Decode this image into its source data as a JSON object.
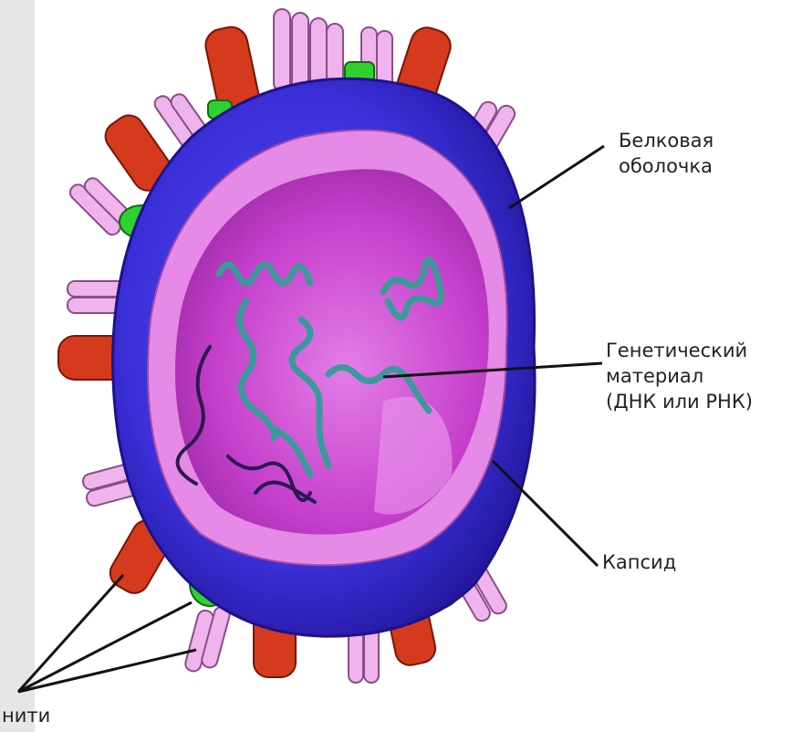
{
  "labels": {
    "protein_envelope": [
      "Белковая",
      "оболочка"
    ],
    "genetic_material": [
      "Генетический",
      "материал",
      "(ДНК или РНК)"
    ],
    "capsid": "Капсид",
    "threads": "нити"
  },
  "colors": {
    "envelope": "#3b2fd8",
    "envelope_dark": "#2a1fa8",
    "capsid_ring": "#e07ae0",
    "interior": "#c23ec6",
    "interior_light": "#e27ee6",
    "spike_red": "#d53a1c",
    "spike_dark_red": "#8b1e10",
    "spike_pink": "#f0b4ec",
    "spike_green": "#2fd12f",
    "dna": "#3a9a9a",
    "dna_dark": "#2a1a50",
    "side_strip": "#e6e6e6",
    "leader": "#111111"
  }
}
